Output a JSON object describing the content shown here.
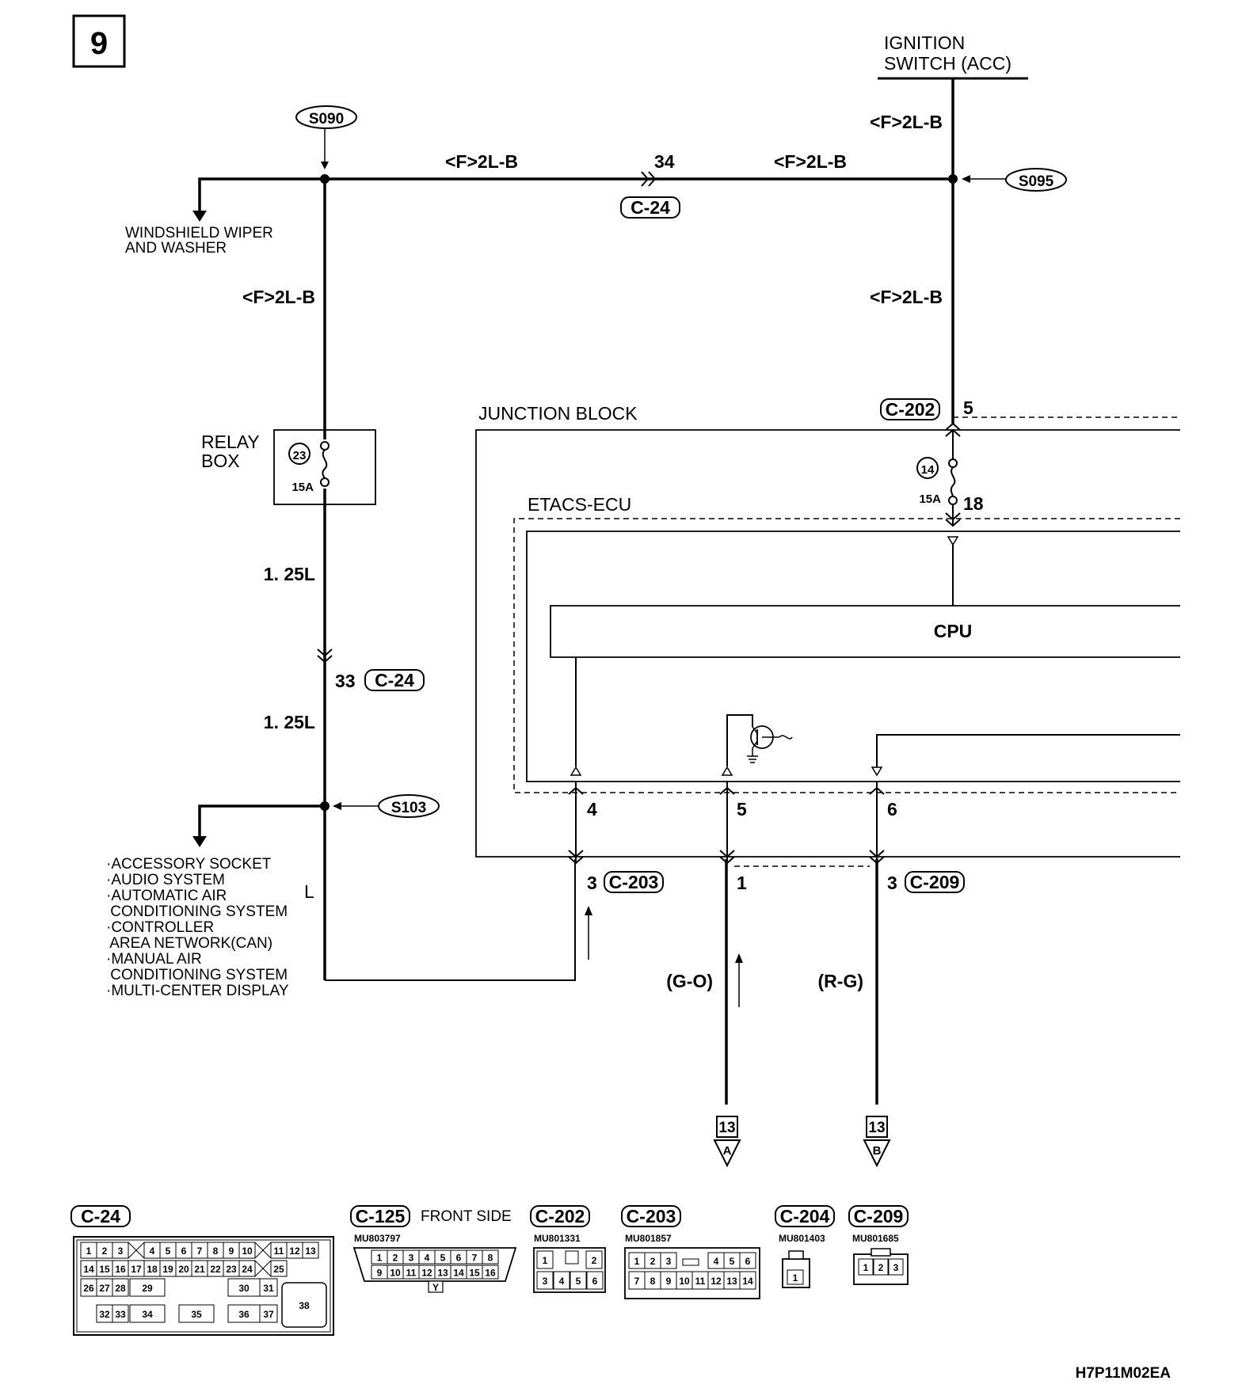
{
  "page_number": "9",
  "ignition_switch": {
    "line1": "IGNITION",
    "line2": "SWITCH (ACC)"
  },
  "splices": {
    "s090": "S090",
    "s095": "S095",
    "s103": "S103"
  },
  "wires": {
    "top_left": "<F>2L-B",
    "top_right": "<F>2L-B",
    "ign_top": "<F>2L-B",
    "ign_lower": "<F>2L-B",
    "left_down": "<F>2L-B",
    "left_125a": "1. 25L",
    "left_125b": "1. 25L",
    "bottom_l": "L",
    "g_o": "(G-O)",
    "r_g": "(R-G)"
  },
  "pins": {
    "c24_34": "34",
    "c24_33": "33",
    "c202_5": "5",
    "fuse14_18": "18",
    "ecu_4": "4",
    "ecu_5": "5",
    "ecu_6": "6",
    "c203_3": "3",
    "c203_1": "1",
    "c209_3": "3"
  },
  "connectors": {
    "c24": "C-24",
    "c202": "C-202",
    "c203": "C-203",
    "c209": "C-209"
  },
  "windshield": {
    "line1": "WINDSHIELD WIPER",
    "line2": "AND WASHER"
  },
  "relay_box": {
    "line1": "RELAY",
    "line2": "BOX",
    "fuse_no": "23",
    "rating": "15A"
  },
  "junction_block": {
    "title": "JUNCTION BLOCK",
    "fuse_no": "14",
    "rating": "15A"
  },
  "etacs": {
    "title": "ETACS-ECU",
    "cpu": "CPU"
  },
  "destinations": [
    "·ACCESSORY SOCKET",
    "·AUDIO SYSTEM",
    "·AUTOMATIC AIR",
    " CONDITIONING SYSTEM",
    "·CONTROLLER",
    " AREA NETWORK(CAN)",
    "·MANUAL AIR",
    " CONDITIONING SYSTEM",
    "·MULTI-CENTER DISPLAY"
  ],
  "page_refs": {
    "a_page": "13",
    "a_letter": "A",
    "b_page": "13",
    "b_letter": "B"
  },
  "connector_views": {
    "c24": {
      "label": "C-24"
    },
    "c125": {
      "label": "C-125",
      "side": "FRONT SIDE",
      "part": "MU803797",
      "key": "Y"
    },
    "c202": {
      "label": "C-202",
      "part": "MU801331"
    },
    "c203": {
      "label": "C-203",
      "part": "MU801857"
    },
    "c204": {
      "label": "C-204",
      "part": "MU801403"
    },
    "c209": {
      "label": "C-209",
      "part": "MU801685"
    }
  },
  "c24_pins": {
    "row1": [
      "1",
      "2",
      "3",
      "4",
      "5",
      "6",
      "7",
      "8",
      "9",
      "10",
      "11",
      "12",
      "13"
    ],
    "row2": [
      "14",
      "15",
      "16",
      "17",
      "18",
      "19",
      "20",
      "21",
      "22",
      "23",
      "24",
      "25"
    ],
    "row3": [
      "26",
      "27",
      "28",
      "29",
      "30",
      "31"
    ],
    "row4": [
      "32",
      "33",
      "34",
      "35",
      "36",
      "37"
    ],
    "big": "38"
  },
  "c125_pins": {
    "row1": [
      "1",
      "2",
      "3",
      "4",
      "5",
      "6",
      "7",
      "8"
    ],
    "row2": [
      "9",
      "10",
      "11",
      "12",
      "13",
      "14",
      "15",
      "16"
    ]
  },
  "c202_pins": {
    "top": [
      "1",
      "2"
    ],
    "bottom": [
      "3",
      "4",
      "5",
      "6"
    ]
  },
  "c203_pins": {
    "row1a": [
      "1",
      "2",
      "3"
    ],
    "row1b": [
      "4",
      "5",
      "6"
    ],
    "row2": [
      "7",
      "8",
      "9",
      "10",
      "11",
      "12",
      "13",
      "14"
    ]
  },
  "c204_pins": [
    "1"
  ],
  "c209_pins": [
    "1",
    "2",
    "3"
  ],
  "figure_code": "H7P11M02EA"
}
